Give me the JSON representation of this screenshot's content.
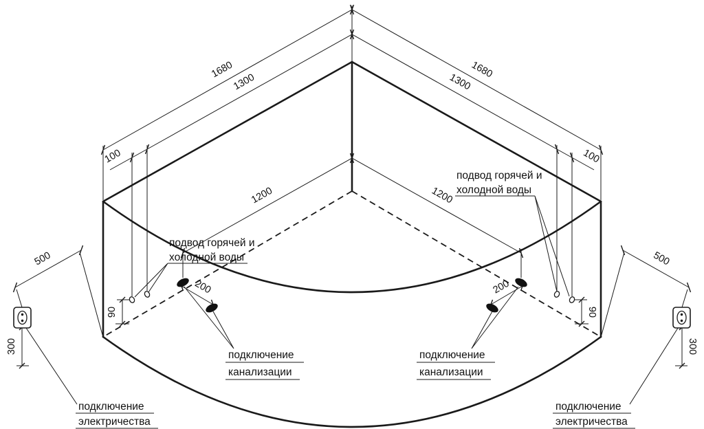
{
  "drawing": {
    "title": "corner bathtub installation diagram",
    "background": "#ffffff",
    "line_color": "#1a1a1a"
  },
  "dimensions": {
    "left": {
      "overall_length": "1680",
      "water_supply_position": "1300",
      "water_supply_spacing": "100",
      "drain_position": "1200",
      "drain_offset": "200",
      "water_supply_height": "90",
      "outlet_distance": "500",
      "outlet_height": "300"
    },
    "right": {
      "overall_length": "1680",
      "water_supply_position": "1300",
      "water_supply_spacing": "100",
      "drain_position": "1200",
      "drain_offset": "200",
      "water_supply_height": "90",
      "outlet_distance": "500",
      "outlet_height": "300"
    }
  },
  "labels": {
    "left": {
      "water_supply_line1": "подвод горячей и",
      "water_supply_line2": "холодной воды",
      "sewer_line1": "подключение",
      "sewer_line2": "канализации",
      "electricity_line1": "подключение",
      "electricity_line2": "электричества"
    },
    "right": {
      "water_supply_line1": "подвод горячей и",
      "water_supply_line2": "холодной воды",
      "sewer_line1": "подключение",
      "sewer_line2": "канализации",
      "electricity_line1": "подключение",
      "electricity_line2": "электричества"
    }
  }
}
